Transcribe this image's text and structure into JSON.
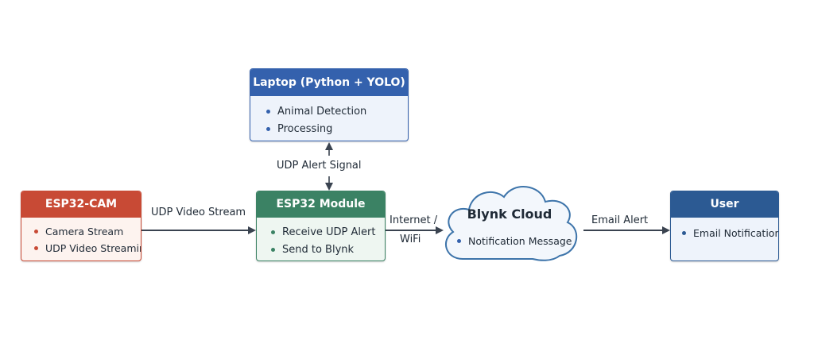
{
  "nodes": {
    "esp32cam": {
      "title": "ESP32-CAM",
      "items": [
        "Camera Stream",
        "UDP Video Streaming"
      ]
    },
    "esp32": {
      "title": "ESP32 Module",
      "items": [
        "Receive UDP Alert",
        "Send to Blynk"
      ]
    },
    "laptop": {
      "title": "Laptop (Python + YOLO)",
      "items": [
        "Animal Detection",
        "Processing"
      ]
    },
    "cloud": {
      "title": "Blynk Cloud",
      "items": [
        "Notification Message"
      ]
    },
    "user": {
      "title": "User",
      "items": [
        "Email Notification"
      ]
    }
  },
  "edges": {
    "video": "UDP Video Stream",
    "alert": "UDP Alert Signal",
    "internet_line1": "Internet /",
    "internet_line2": "WiFi",
    "email": "Email Alert"
  },
  "colors": {
    "esp32cam": "#c84a35",
    "esp32": "#3b8264",
    "laptop": "#3461ad",
    "user": "#2c5a93",
    "arrow": "#3a4350",
    "cloud_border": "#3d74aa"
  }
}
